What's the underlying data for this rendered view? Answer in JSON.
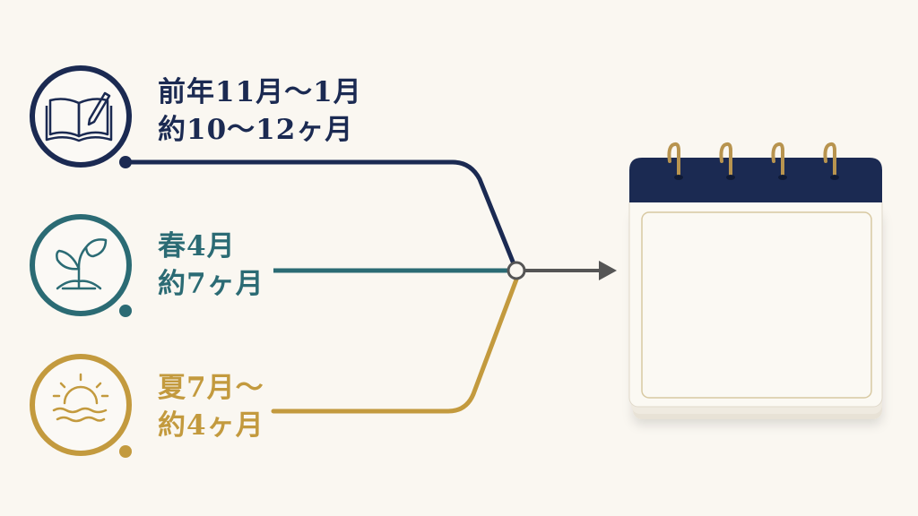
{
  "theme": {
    "navy": "#1b2a52",
    "teal": "#2b6b74",
    "gold": "#c39a3e",
    "arrow": "#555555",
    "background": "#faf7f1"
  },
  "paths": [
    {
      "id": "autumn",
      "icon": "open-book-pencil-icon",
      "color": "navy",
      "line1": "前年11月～1月",
      "line2": "約10～12ヶ月"
    },
    {
      "id": "spring",
      "icon": "sprout-icon",
      "color": "teal",
      "line1": "春4月",
      "line2": "約7ヶ月"
    },
    {
      "id": "summer",
      "icon": "sun-over-water-icon",
      "color": "gold",
      "line1": "夏7月～",
      "line2": "約4ヶ月"
    }
  ],
  "target": {
    "icon": "blank-calendar-icon"
  }
}
